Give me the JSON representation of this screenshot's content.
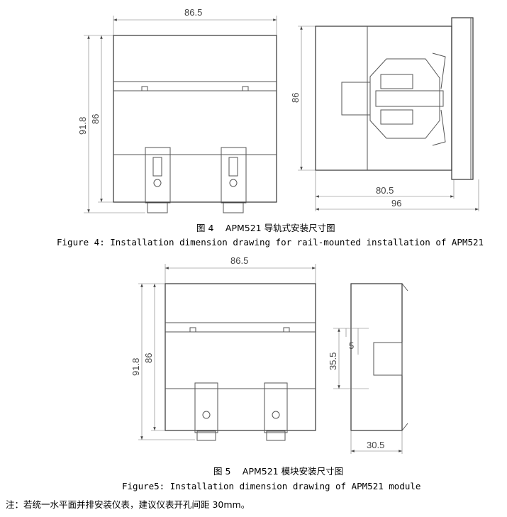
{
  "figure4": {
    "dims": {
      "width": "86.5",
      "height_total": "91.8",
      "height_body": "86",
      "side_height": "86",
      "side_depth": "80.5",
      "side_total": "96"
    },
    "caption_cn": "图 4　 APM521 导轨式安装尺寸图",
    "caption_en": "Figure 4: Installation dimension drawing for rail-mounted installation of APM521"
  },
  "figure5": {
    "dims": {
      "width": "86.5",
      "height_total": "91.8",
      "height_body": "86",
      "cutout_height": "35.5",
      "offset": "5",
      "depth": "30.5"
    },
    "caption_cn": "图 5　 APM521 模块安装尺寸图",
    "caption_en": "Figure5: Installation dimension drawing of APM521 module"
  },
  "note": "注：若统一水平面并排安装仪表，建议仪表开孔间距 30mm。"
}
